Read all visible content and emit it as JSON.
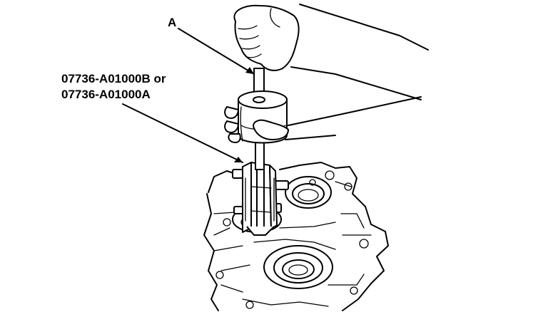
{
  "labels": {
    "callout_a": "A",
    "tool_number_1": "07736-A01000B or",
    "tool_number_2": "07736-A01000A"
  },
  "colors": {
    "ink": "#000000",
    "background": "#ffffff"
  }
}
